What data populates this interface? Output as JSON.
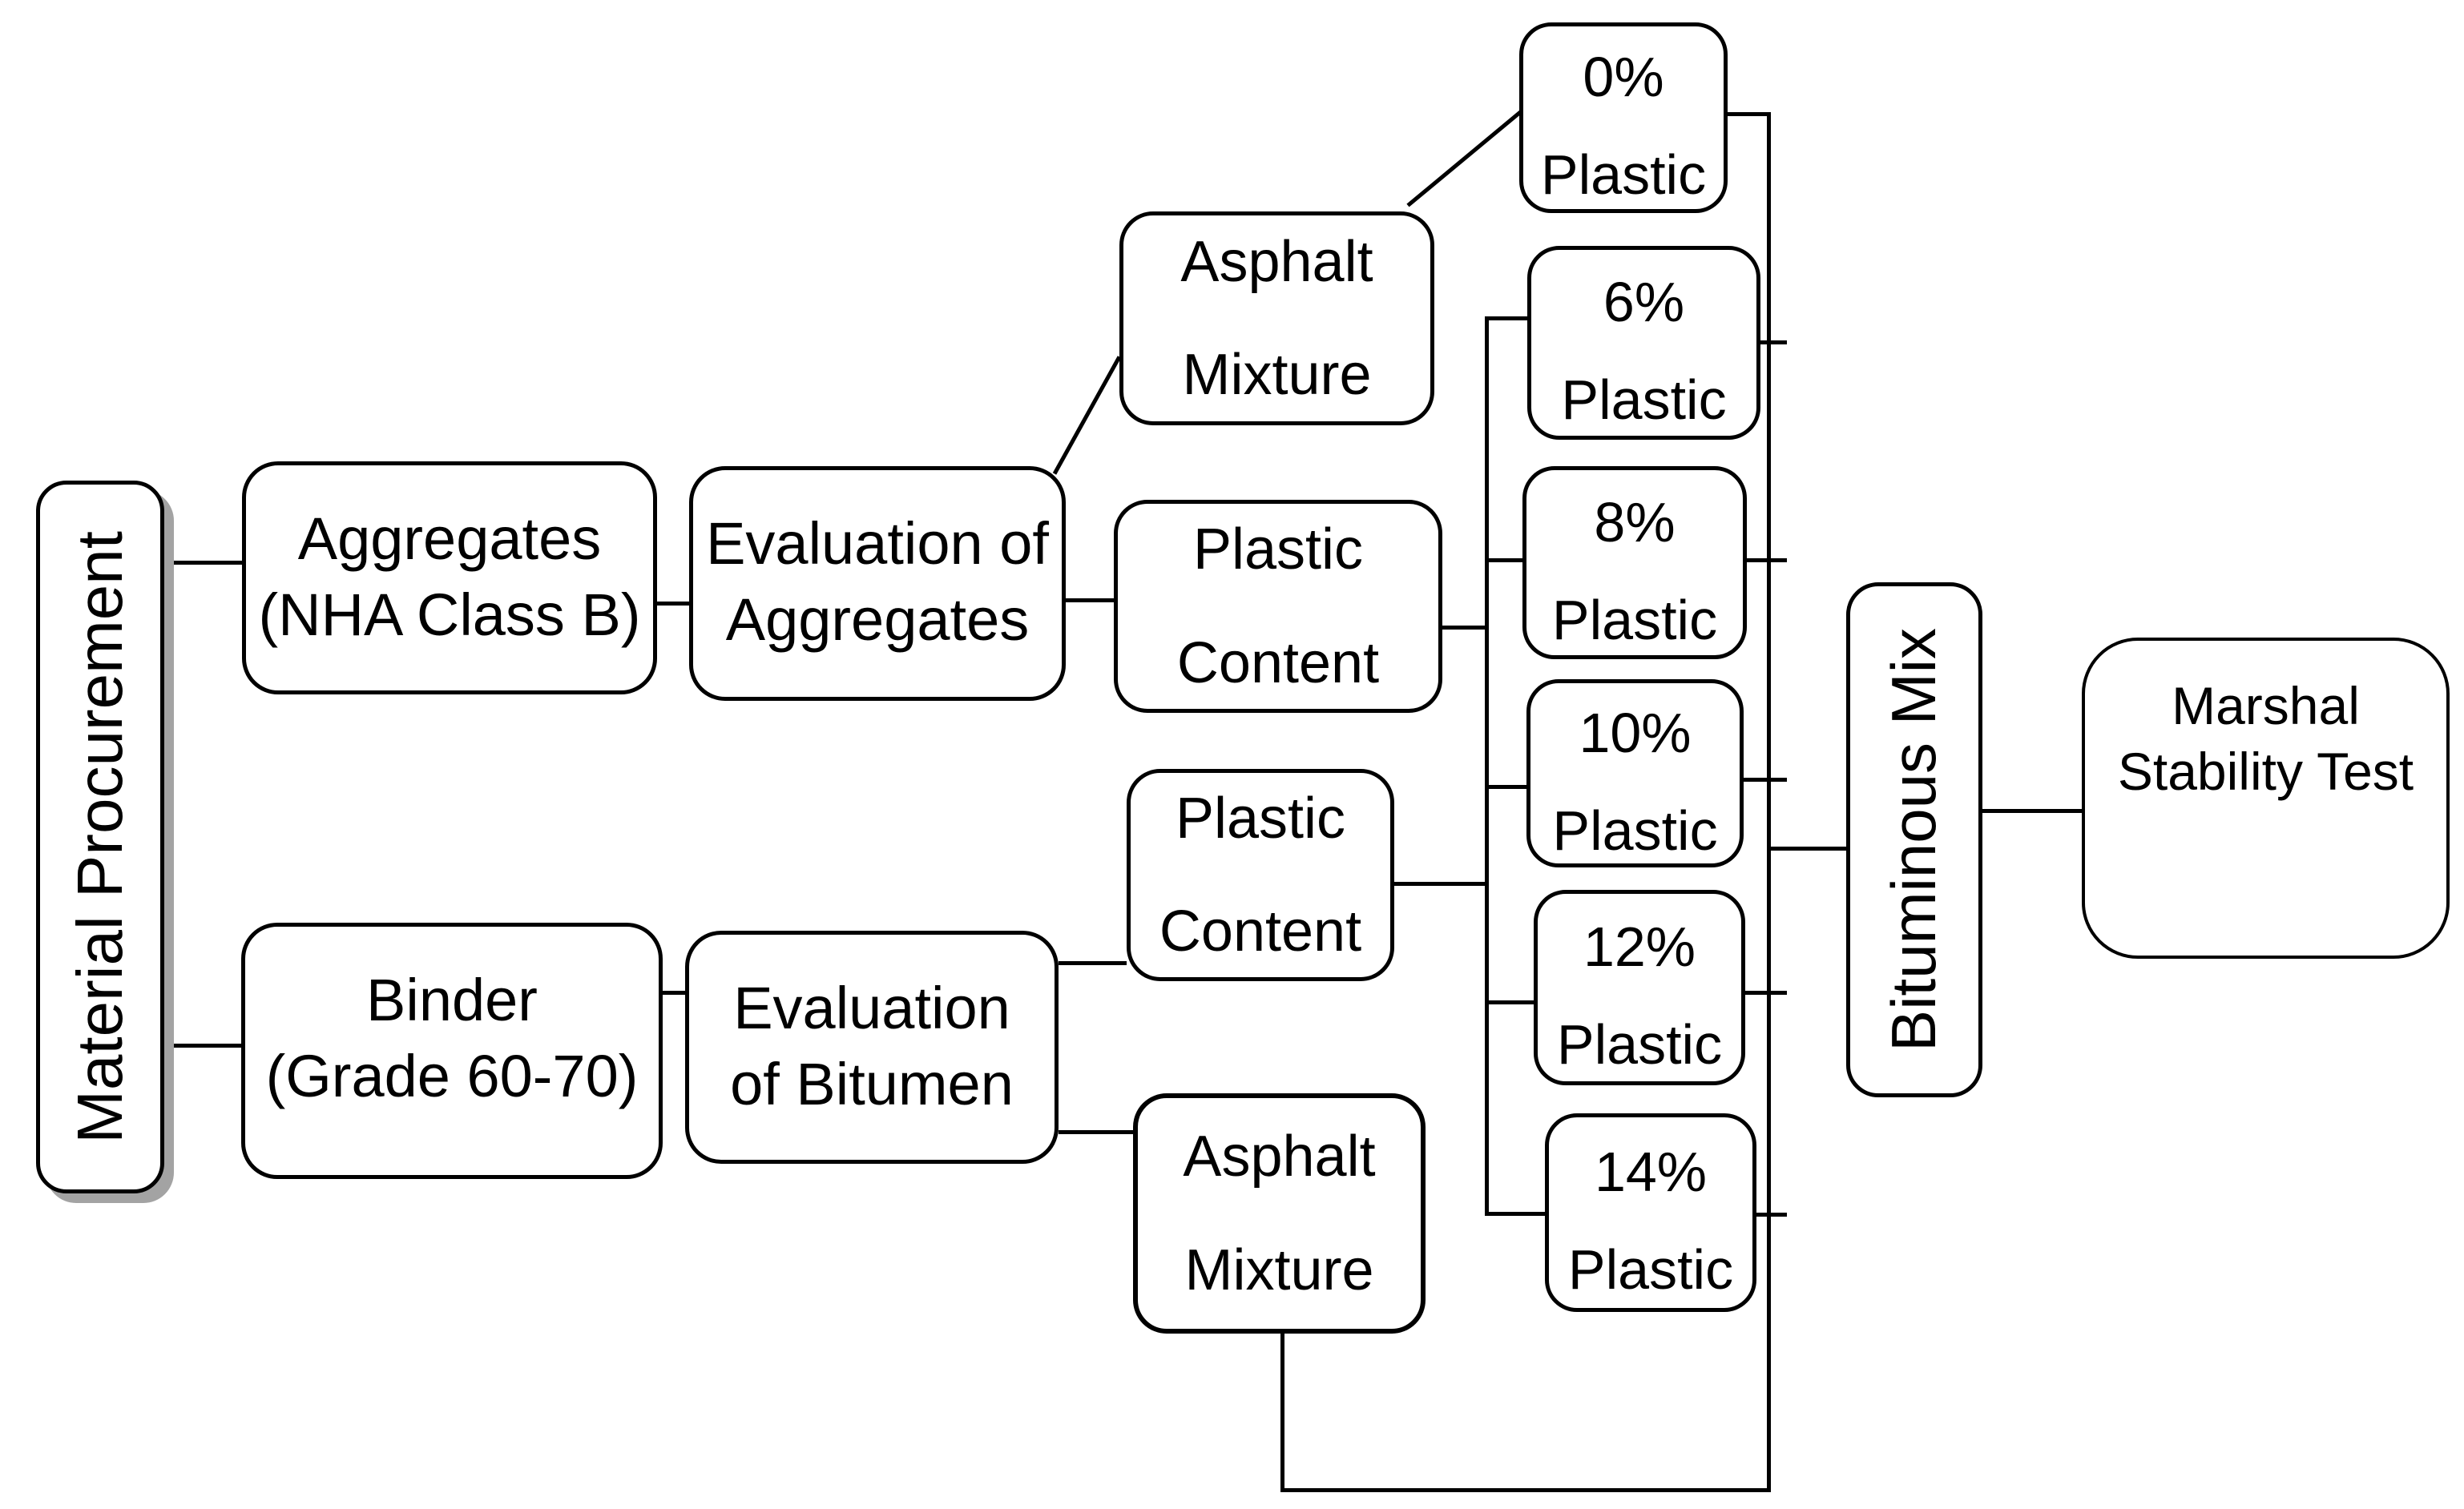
{
  "diagram": {
    "type": "flowchart",
    "colors": {
      "stroke": "#000000",
      "fill": "#ffffff",
      "shadow": "#a3a3a3"
    },
    "nodes": {
      "material_procurement": {
        "label": "Material Procurement"
      },
      "aggregates": {
        "line1": "Aggregates",
        "line2": "(NHA Class B)"
      },
      "binder": {
        "line1": "Binder",
        "line2": "(Grade 60-70)"
      },
      "evaluation_of_aggregates": {
        "line1": "Evaluation of",
        "line2": "Aggregates"
      },
      "evaluation_of_bitumen": {
        "line1": "Evaluation",
        "line2": "of Bitumen"
      },
      "asphalt_mixture_top": {
        "line1": "Asphalt",
        "line2": "Mixture"
      },
      "plastic_content_top": {
        "line1": "Plastic",
        "line2": "Content"
      },
      "plastic_content_bottom": {
        "line1": "Plastic",
        "line2": "Content"
      },
      "asphalt_mixture_bottom": {
        "line1": "Asphalt",
        "line2": "Mixture"
      },
      "plastic_0": {
        "line1": "0%",
        "line2": "Plastic"
      },
      "plastic_6": {
        "line1": "6%",
        "line2": "Plastic"
      },
      "plastic_8": {
        "line1": "8%",
        "line2": "Plastic"
      },
      "plastic_10": {
        "line1": "10%",
        "line2": "Plastic"
      },
      "plastic_12": {
        "line1": "12%",
        "line2": "Plastic"
      },
      "plastic_14": {
        "line1": "14%",
        "line2": "Plastic"
      },
      "bituminous_mix": {
        "label": "Bituminous Mix"
      },
      "marshal_stability_test": {
        "line1": "Marshal",
        "line2": "Stability Test"
      }
    },
    "edges": [
      "material_procurement -> aggregates",
      "material_procurement -> binder",
      "aggregates -> evaluation_of_aggregates",
      "binder -> evaluation_of_bitumen",
      "evaluation_of_aggregates -> asphalt_mixture_top",
      "evaluation_of_aggregates -> plastic_content_top",
      "evaluation_of_bitumen -> plastic_content_bottom",
      "evaluation_of_bitumen -> asphalt_mixture_bottom",
      "asphalt_mixture_top -> plastic_0",
      "plastic_content_top -> plastic_6 | plastic_8 | plastic_10 | plastic_12 | plastic_14",
      "plastic_content_bottom -> plastic_6 | plastic_8 | plastic_10 | plastic_12 | plastic_14",
      "plastic_0 -> bituminous_mix",
      "plastic_6 -> bituminous_mix",
      "plastic_8 -> bituminous_mix",
      "plastic_10 -> bituminous_mix",
      "plastic_12 -> bituminous_mix",
      "plastic_14 -> bituminous_mix",
      "asphalt_mixture_bottom -> bituminous_mix",
      "bituminous_mix -> marshal_stability_test"
    ]
  }
}
